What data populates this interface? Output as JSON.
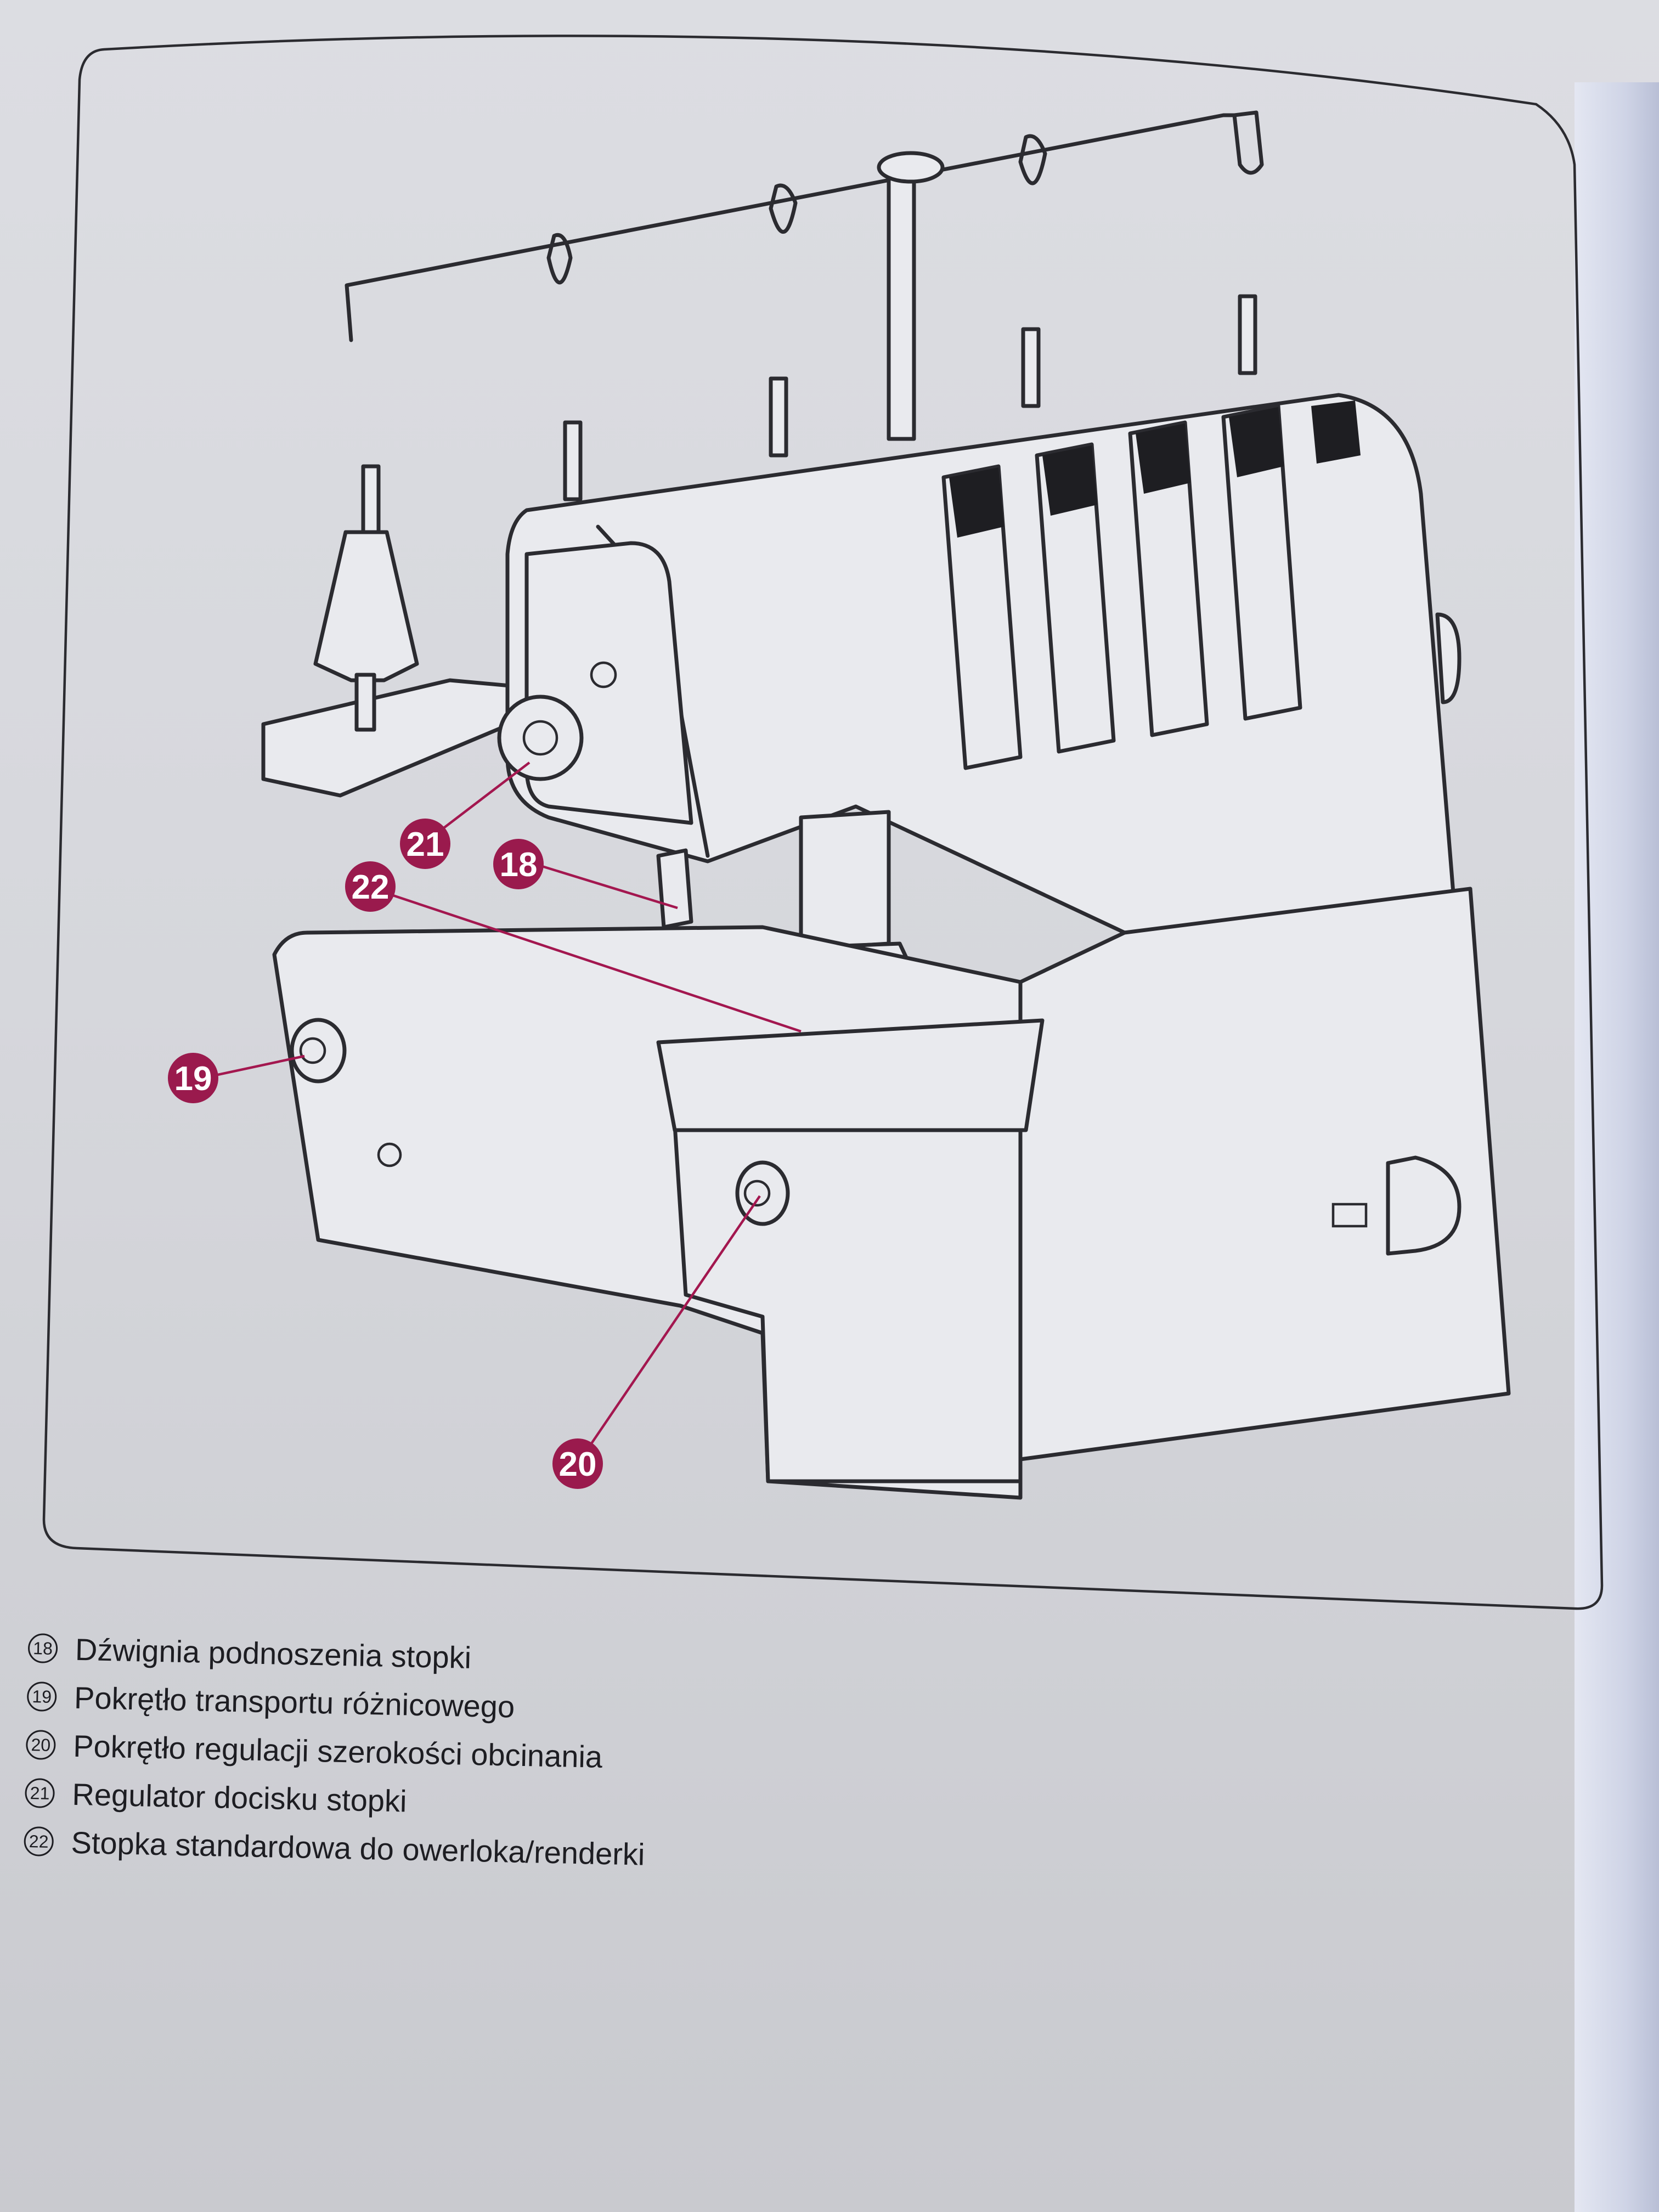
{
  "callouts": [
    {
      "id": "18",
      "label": "Dźwignia podnoszenia stopki"
    },
    {
      "id": "19",
      "label": "Pokrętło transportu różnicowego"
    },
    {
      "id": "20",
      "label": "Pokrętło regulacji szerokości obcinania"
    },
    {
      "id": "21",
      "label": "Regulator docisku stopki"
    },
    {
      "id": "22",
      "label": "Stopka standardowa do owerloka/renderki"
    }
  ],
  "colors": {
    "callout_badge": "#9a1a4d",
    "line_art": "#2b2b30",
    "paper": "#d9dade"
  }
}
